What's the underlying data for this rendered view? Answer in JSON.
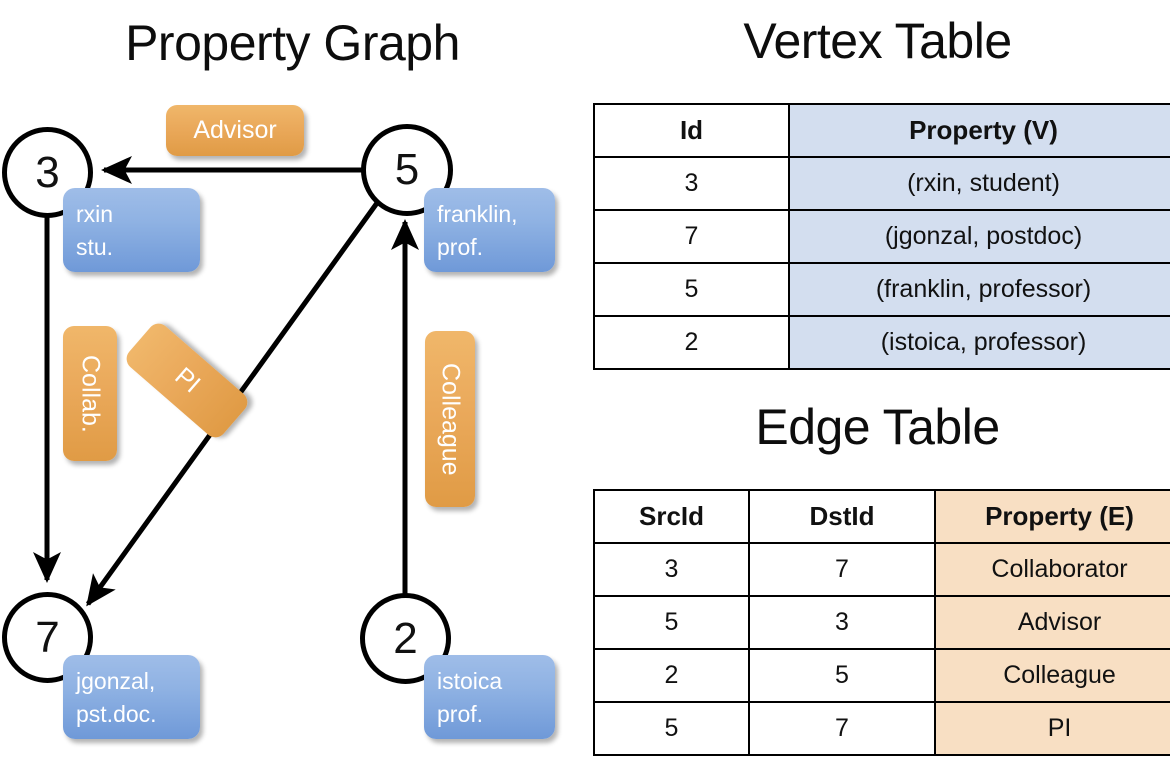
{
  "panels": {
    "graph_title": "Property Graph",
    "vertex_title": "Vertex Table",
    "edge_title": "Edge Table"
  },
  "graph": {
    "nodes": [
      {
        "id": "3",
        "property_lines": [
          "rxin",
          "stu."
        ]
      },
      {
        "id": "5",
        "property_lines": [
          "franklin,",
          "prof."
        ]
      },
      {
        "id": "7",
        "property_lines": [
          "jgonzal,",
          "pst.doc."
        ]
      },
      {
        "id": "2",
        "property_lines": [
          "istoica",
          "prof."
        ]
      }
    ],
    "edge_labels": [
      {
        "name": "advisor",
        "text": "Advisor"
      },
      {
        "name": "collab",
        "text": "Collab."
      },
      {
        "name": "pi",
        "text": "PI"
      },
      {
        "name": "colleague",
        "text": "Colleague"
      }
    ]
  },
  "vertex_table": {
    "headers": [
      "Id",
      "Property (V)"
    ],
    "rows": [
      [
        "3",
        "(rxin, student)"
      ],
      [
        "7",
        "(jgonzal, postdoc)"
      ],
      [
        "5",
        "(franklin, professor)"
      ],
      [
        "2",
        "(istoica, professor)"
      ]
    ]
  },
  "edge_table": {
    "headers": [
      "SrcId",
      "DstId",
      "Property (E)"
    ],
    "rows": [
      [
        "3",
        "7",
        "Collaborator"
      ],
      [
        "5",
        "3",
        "Advisor"
      ],
      [
        "2",
        "5",
        "Colleague"
      ],
      [
        "5",
        "7",
        "PI"
      ]
    ]
  },
  "colors": {
    "vertex_property_fill": "#d3deef",
    "edge_property_fill": "#f8dfc3",
    "node_property_box": "#8fb2e3",
    "edge_label_box": "#eaa95b",
    "stroke": "#000000"
  }
}
